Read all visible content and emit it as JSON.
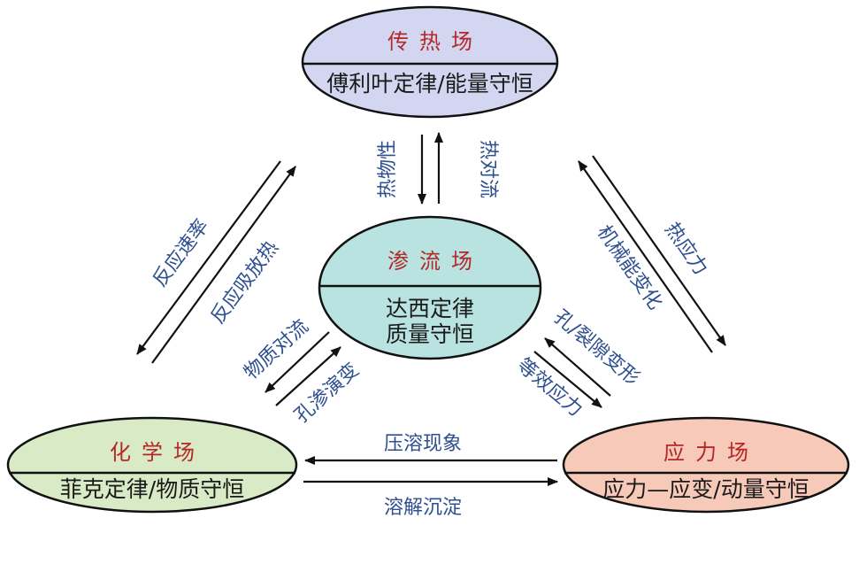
{
  "colors": {
    "heat_fill": "#d3d6f1",
    "seepage_fill": "#b9e3e1",
    "chem_fill": "#d8ebc6",
    "stress_fill": "#f6c9b8",
    "title_color": "#b42828",
    "relation_color": "#2e4f8f"
  },
  "fields": {
    "heat": {
      "title": "传热场",
      "law": "傅利叶定律/能量守恒"
    },
    "seepage": {
      "title": "渗流场",
      "law1": "达西定律",
      "law2": "质量守恒"
    },
    "chemical": {
      "title": "化学场",
      "law": "菲克定律/物质守恒"
    },
    "stress": {
      "title": "应力场",
      "law": "应力—应变/动量守恒"
    }
  },
  "relations": {
    "heat_to_seepage": "热物性",
    "seepage_to_heat": "热对流",
    "reaction_rate": "反应速率",
    "reaction_heat": "反应吸放热",
    "mech_energy": "机械能变化",
    "thermal_stress": "热应力",
    "material_convection": "物质对流",
    "pore_seepage_evolution": "孔渗演变",
    "pore_fracture_deform": "孔/裂隙变形",
    "equivalent_stress": "等效应力",
    "pressure_solution": "压溶现象",
    "dissolution_precipitation": "溶解沉淀"
  }
}
